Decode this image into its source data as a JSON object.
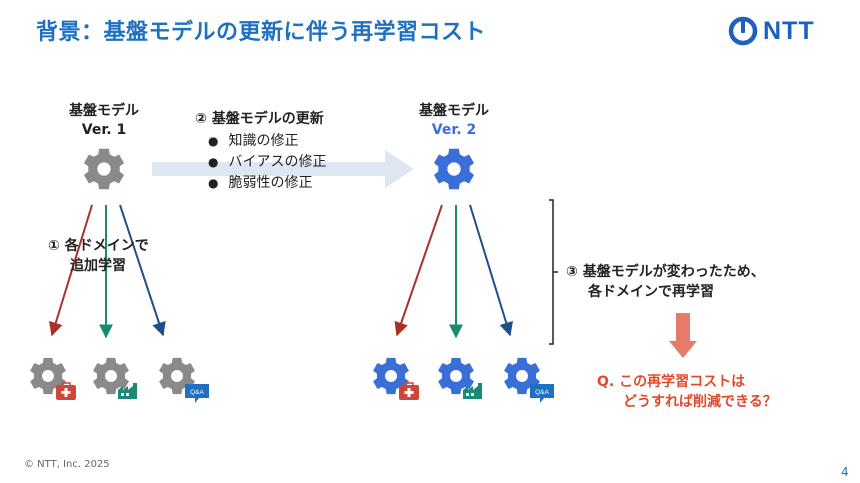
{
  "header": {
    "title": "背景：基盤モデルの更新に伴う再学習コスト",
    "logo_text": "NTT"
  },
  "left_model": {
    "line1": "基盤モデル",
    "line2": "Ver. 1"
  },
  "right_model": {
    "line1": "基盤モデル",
    "line2": "Ver. 2"
  },
  "update": {
    "title": "② 基盤モデルの更新",
    "bullets": [
      "知識の修正",
      "バイアスの修正",
      "脆弱性の修正"
    ]
  },
  "step1": {
    "line1": "① 各ドメインで",
    "line2": "追加学習"
  },
  "step3": {
    "line1": "③ 基盤モデルが変わったため、",
    "line2": "各ドメインで再学習"
  },
  "question": {
    "line1": "Q. この再学習コストは",
    "line2": "どうすれば削減できる？"
  },
  "domains": [
    {
      "icon": "first-aid-kit-icon"
    },
    {
      "icon": "factory-icon"
    },
    {
      "icon": "qa-bubble-icon",
      "badge": "Q&A"
    }
  ],
  "footer": {
    "copyright": "© NTT, Inc.  2025",
    "page": "4"
  },
  "colors": {
    "title": "#1f70c1",
    "gear_old": "#8a8a8a",
    "gear_new": "#3b6fd8",
    "arrow_red": "#a83228",
    "arrow_green": "#1a8a72",
    "arrow_navy": "#1f4f8a",
    "question": "#e04a2c",
    "down_arrow": "#e77b6b"
  }
}
